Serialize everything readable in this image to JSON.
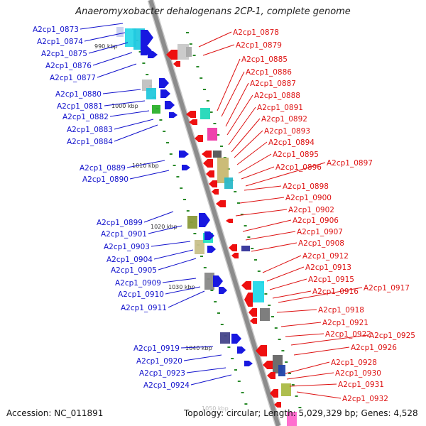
{
  "title": "Anaeromyxobacter dehalogenans 2CP-1, complete genome",
  "footer": {
    "accession_label": "Accession:",
    "accession": "NC_011891",
    "topology_label": "Topology:",
    "topology": "circular",
    "length_label": "Length:",
    "length": "5,029,329 bp",
    "genes_label": "Genes:",
    "genes": "4,528"
  },
  "colors": {
    "forward_label": "#1111cc",
    "reverse_label": "#dd1111",
    "backbone": "#8c8c8c",
    "tick": "#2a8a2a"
  },
  "scale_labels": [
    "990 kbp",
    "1000 kbp",
    "1010 kbp",
    "1020 kbp",
    "1030 kbp",
    "1040 kbp",
    "1050 kbp"
  ],
  "forward_genes": [
    "A2cp1_0873",
    "A2cp1_0874",
    "A2cp1_0875",
    "A2cp1_0876",
    "A2cp1_0877",
    "A2cp1_0880",
    "A2cp1_0881",
    "A2cp1_0882",
    "A2cp1_0883",
    "A2cp1_0884",
    "A2cp1_0889",
    "A2cp1_0890",
    "A2cp1_0899",
    "A2cp1_0901",
    "A2cp1_0903",
    "A2cp1_0904",
    "A2cp1_0905",
    "A2cp1_0909",
    "A2cp1_0910",
    "A2cp1_0911",
    "A2cp1_0919",
    "A2cp1_0920",
    "A2cp1_0923",
    "A2cp1_0924"
  ],
  "reverse_genes": [
    "A2cp1_0878",
    "A2cp1_0879",
    "A2cp1_0885",
    "A2cp1_0886",
    "A2cp1_0887",
    "A2cp1_0888",
    "A2cp1_0891",
    "A2cp1_0892",
    "A2cp1_0893",
    "A2cp1_0894",
    "A2cp1_0895",
    "A2cp1_0896",
    "A2cp1_0897",
    "A2cp1_0898",
    "A2cp1_0900",
    "A2cp1_0902",
    "A2cp1_0906",
    "A2cp1_0907",
    "A2cp1_0908",
    "A2cp1_0912",
    "A2cp1_0913",
    "A2cp1_0915",
    "A2cp1_0916",
    "A2cp1_0917",
    "A2cp1_0918",
    "A2cp1_0921",
    "A2cp1_0922",
    "A2cp1_0925",
    "A2cp1_0926",
    "A2cp1_0928",
    "A2cp1_0930",
    "A2cp1_0931",
    "A2cp1_0932"
  ]
}
